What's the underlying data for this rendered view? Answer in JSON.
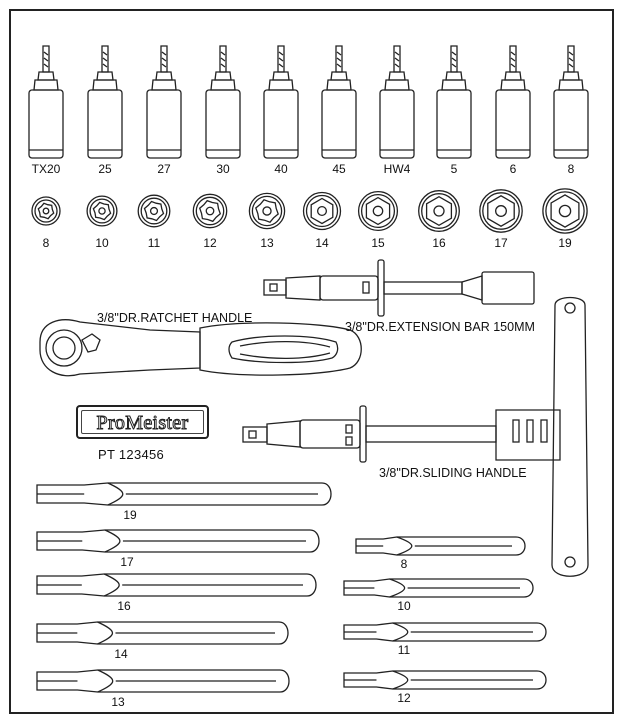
{
  "bit_sockets": [
    "TX20",
    "25",
    "27",
    "30",
    "40",
    "45",
    "HW4",
    "5",
    "6",
    "8"
  ],
  "sockets": [
    "8",
    "10",
    "11",
    "12",
    "13",
    "14",
    "15",
    "16",
    "17",
    "19"
  ],
  "tools": {
    "ratchet": "3/8\"DR.RATCHET HANDLE",
    "extension": "3/8\"DR.EXTENSION BAR 150MM",
    "sliding": "3/8\"DR.SLIDING HANDLE"
  },
  "brand": "ProMeister",
  "model": "PT 123456",
  "wrenches_left": [
    "19",
    "17",
    "16",
    "14",
    "13"
  ],
  "wrenches_right": [
    "8",
    "10",
    "11",
    "12"
  ],
  "colors": {
    "line": "#222222",
    "background": "#ffffff"
  }
}
